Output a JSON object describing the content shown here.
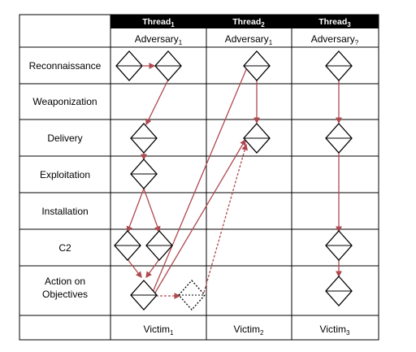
{
  "threads": [
    {
      "label": "Thread",
      "sub": "1",
      "adversary": "Adversary",
      "adversary_sub": "1",
      "victim": "Victim",
      "victim_sub": "1"
    },
    {
      "label": "Thread",
      "sub": "2",
      "adversary": "Adversary",
      "adversary_sub": "1",
      "victim": "Victim",
      "victim_sub": "2"
    },
    {
      "label": "Thread",
      "sub": "3",
      "adversary": "Adversary",
      "adversary_sub": "?",
      "victim": "Victim",
      "victim_sub": "3"
    }
  ],
  "phases": [
    {
      "label": "Reconnaissance"
    },
    {
      "label": "Weaponization"
    },
    {
      "label": "Delivery"
    },
    {
      "label": "Exploitation"
    },
    {
      "label": "Installation"
    },
    {
      "label": "C2"
    },
    {
      "label": "Action on",
      "label2": "Objectives"
    }
  ],
  "colors": {
    "header": "#000000",
    "arrow": "#b0484f",
    "grid": "#000000",
    "node": "#000000"
  }
}
